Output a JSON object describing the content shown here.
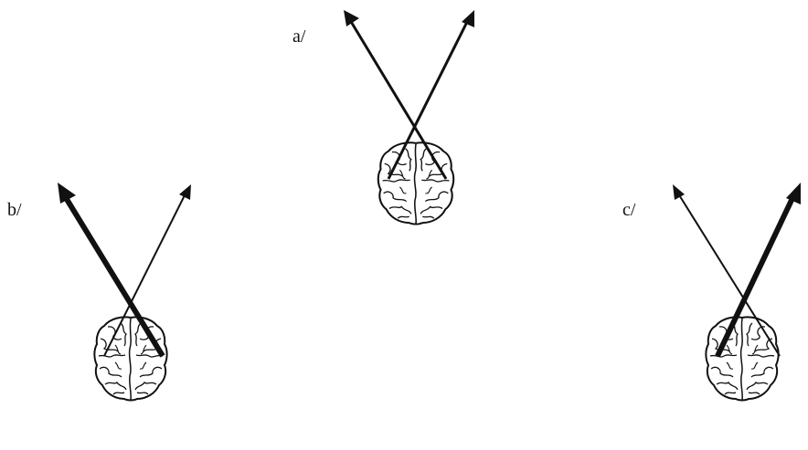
{
  "panels": [
    {
      "id": "a",
      "label": "a/",
      "left_arrow_weight": "thin",
      "right_arrow_weight": "thin"
    },
    {
      "id": "b",
      "label": "b/",
      "left_arrow_weight": "thick",
      "right_arrow_weight": "thin"
    },
    {
      "id": "c",
      "label": "c/",
      "left_arrow_weight": "thin",
      "right_arrow_weight": "thick"
    }
  ],
  "colors": {
    "ink": "#111111",
    "background": "#ffffff",
    "brain_fill": "#ffffff"
  },
  "icons": {
    "brain": "brain-top-view-icon",
    "arrow": "arrow-icon"
  }
}
